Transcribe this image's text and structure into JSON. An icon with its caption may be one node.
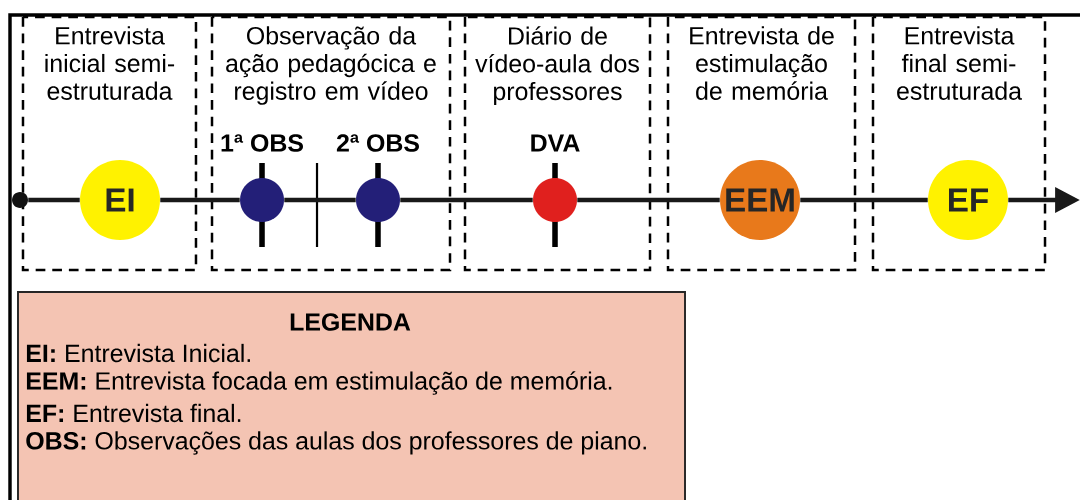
{
  "diagram": {
    "nodes": [
      {
        "text": [
          "Entrevista inicial semi-estruturada"
        ]
      },
      {
        "text": [
          "Observação da ação pedagócica e registro em vídeo"
        ]
      },
      {
        "text": [
          "Diário de vídeo-aula dos professores"
        ]
      },
      {
        "text": [
          "Entrevista de estimulação de memória"
        ]
      },
      {
        "text": [
          "Entrevista final semi-estruturada"
        ]
      },
      {
        "text": [],
        "shape": "circle"
      },
      {
        "text": [
          "EI"
        ],
        "in": 0
      },
      {
        "text": [],
        "shape": "circle",
        "in": 1,
        "beside": [
          "1ª OBS"
        ]
      },
      {
        "text": [],
        "shape": "circle",
        "in": 1,
        "beside": [
          "2ª OBS"
        ]
      },
      {
        "text": [],
        "shape": "circle",
        "in": 2,
        "beside": [
          "DVA"
        ]
      },
      {
        "text": [
          "EEM"
        ],
        "in": 3
      },
      {
        "text": [
          "EF"
        ],
        "in": 4
      },
      {
        "text": [
          "LEGENDA",
          "**EI:** Entrevista Inicial.",
          "**EEM:** Entrevista focada em estimulação de memória.",
          "**EF:** Entrevista final.",
          "**OBS:** Observações das aulas dos professores de piano."
        ]
      }
    ],
    "edges": [
      {
        "from": 5,
        "to": 6,
        "arrow": "none"
      },
      {
        "from": 6,
        "to": 7,
        "arrow": "none"
      },
      {
        "from": 7,
        "to": 8,
        "arrow": "none"
      },
      {
        "from": 8,
        "to": 9,
        "arrow": "none"
      },
      {
        "from": 9,
        "to": 10,
        "arrow": "none"
      },
      {
        "from": 10,
        "to": 11,
        "arrow": "none"
      },
      {
        "from": 11,
        "to": null,
        "arrow": "to"
      }
    ]
  }
}
